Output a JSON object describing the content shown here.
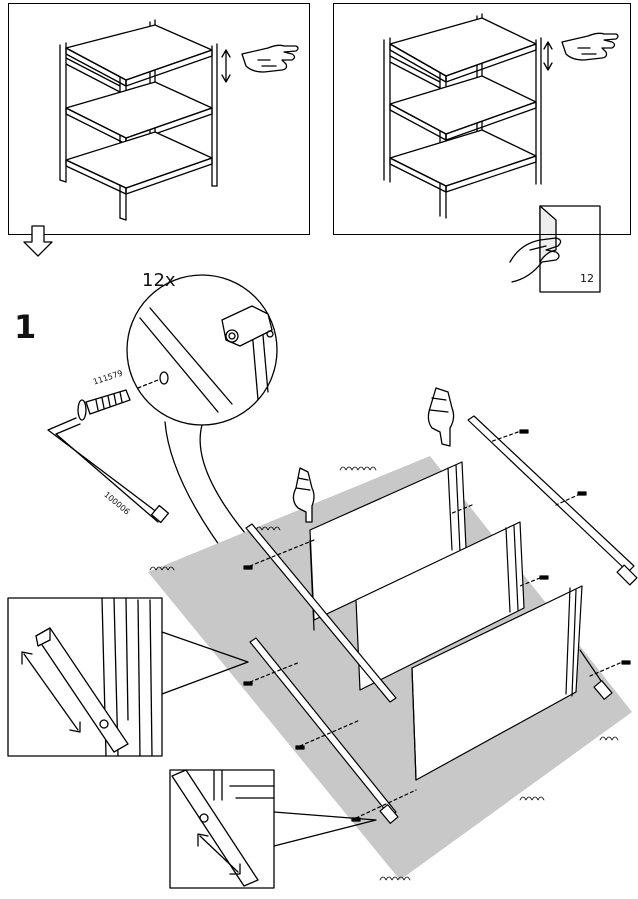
{
  "step": {
    "number": "1"
  },
  "callout": {
    "quantity": "12x"
  },
  "parts": {
    "screw_code": "111579",
    "allen_key_code": "100006"
  },
  "page_flip": {
    "page_ref": "12"
  },
  "icons": {
    "arrow": "down-arrow-icon",
    "press_hand": "pointing-hand-icon",
    "page_turn": "page-turn-icon"
  },
  "colors": {
    "line": "#000000",
    "rug": "#c8c8c8"
  }
}
